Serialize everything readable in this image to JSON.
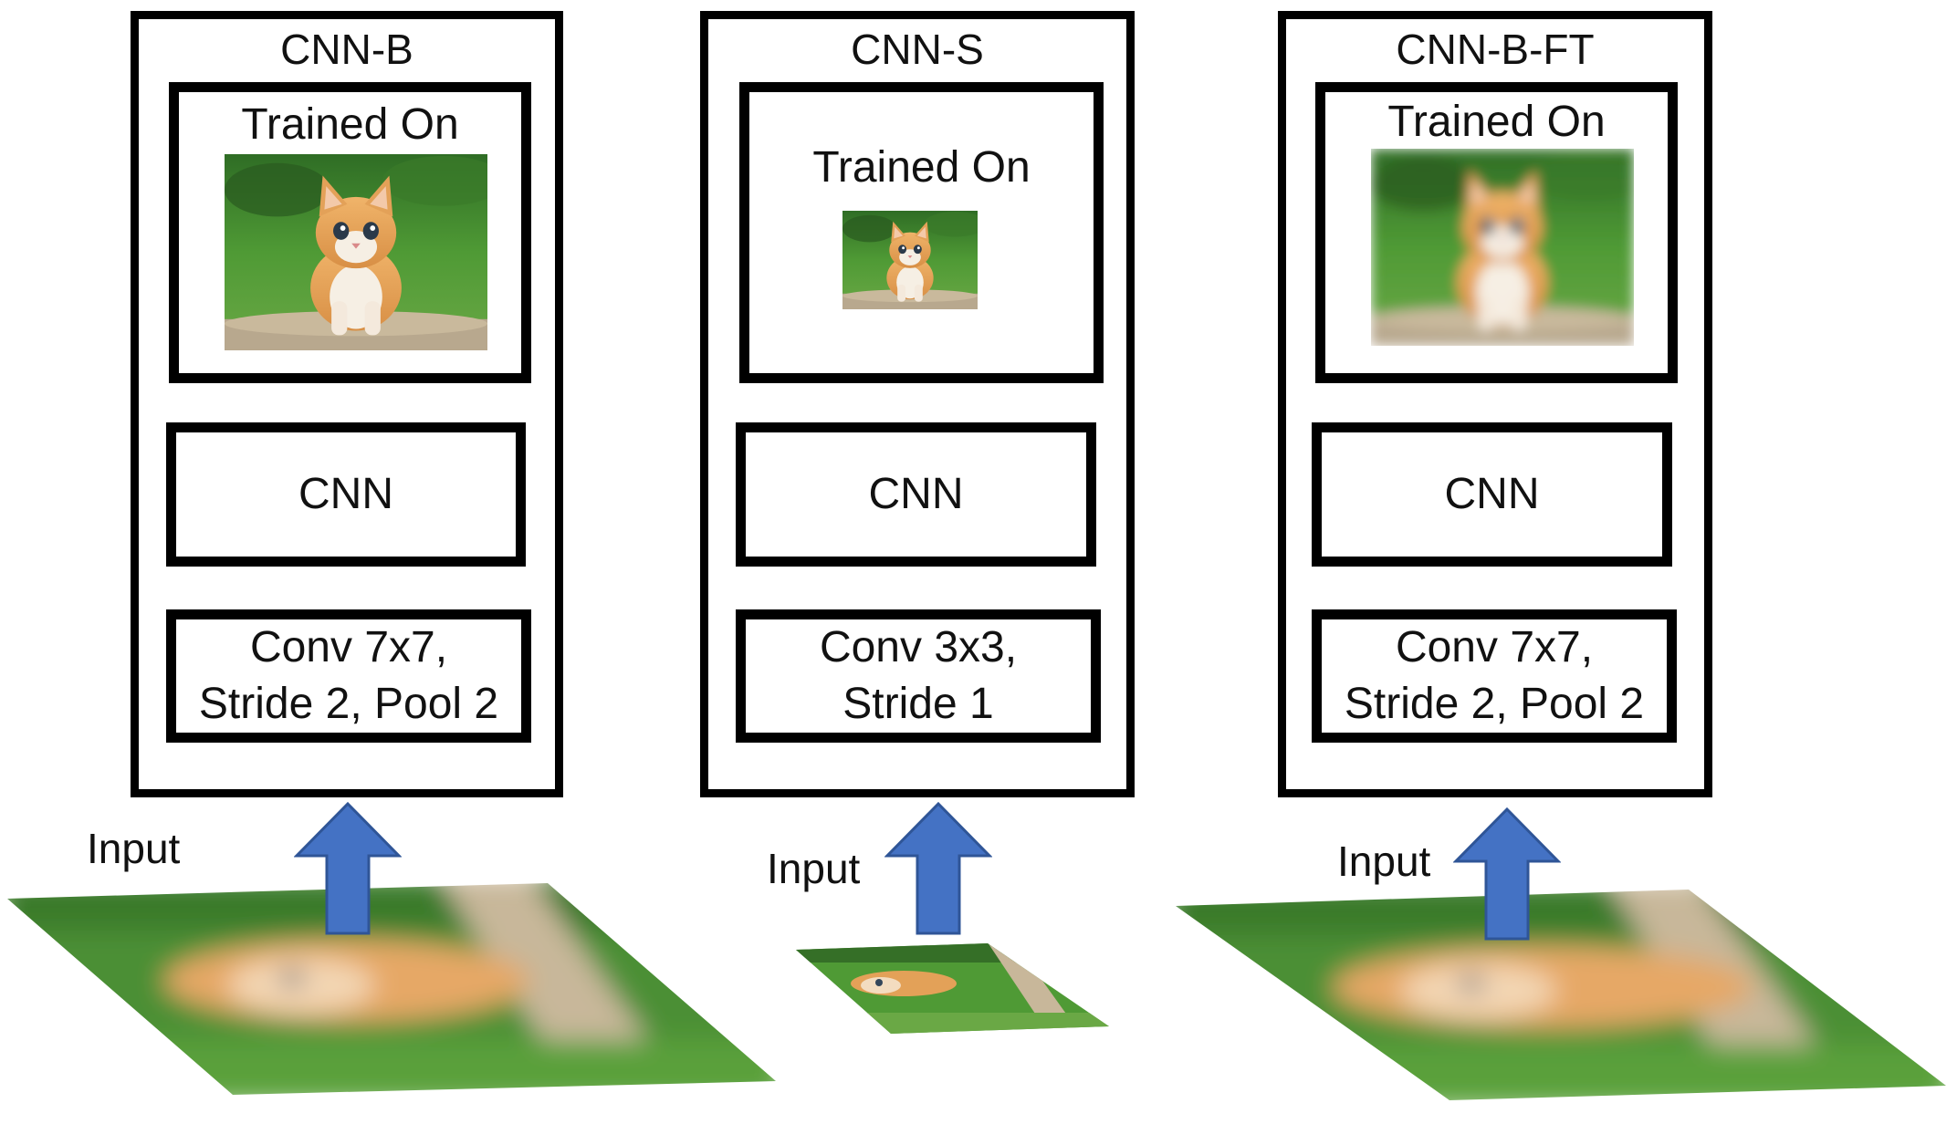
{
  "colors": {
    "arrow": "#4472C4",
    "arrow_stroke": "#2F5597",
    "frame": "#000000",
    "grass": "#4f8a32",
    "fur": "#e2a55f"
  },
  "panels": [
    {
      "title": "CNN-B",
      "trained_on_label": "Trained On",
      "image": "kitten-sharp",
      "cnn_label": "CNN",
      "conv_line1": "Conv 7x7,",
      "conv_line2": "Stride 2, Pool 2",
      "input_label": "Input",
      "input_image": "blurry-upscaled-kitten-plane"
    },
    {
      "title": "CNN-S",
      "trained_on_label": "Trained On",
      "image": "kitten-small",
      "cnn_label": "CNN",
      "conv_line1": "Conv 3x3,",
      "conv_line2": "Stride 1",
      "input_label": "Input",
      "input_image": "small-kitten-plane"
    },
    {
      "title": "CNN-B-FT",
      "trained_on_label": "Trained On",
      "image": "kitten-blurred",
      "cnn_label": "CNN",
      "conv_line1": "Conv 7x7,",
      "conv_line2": "Stride 2, Pool 2",
      "input_label": "Input",
      "input_image": "blurry-upscaled-kitten-plane"
    }
  ]
}
